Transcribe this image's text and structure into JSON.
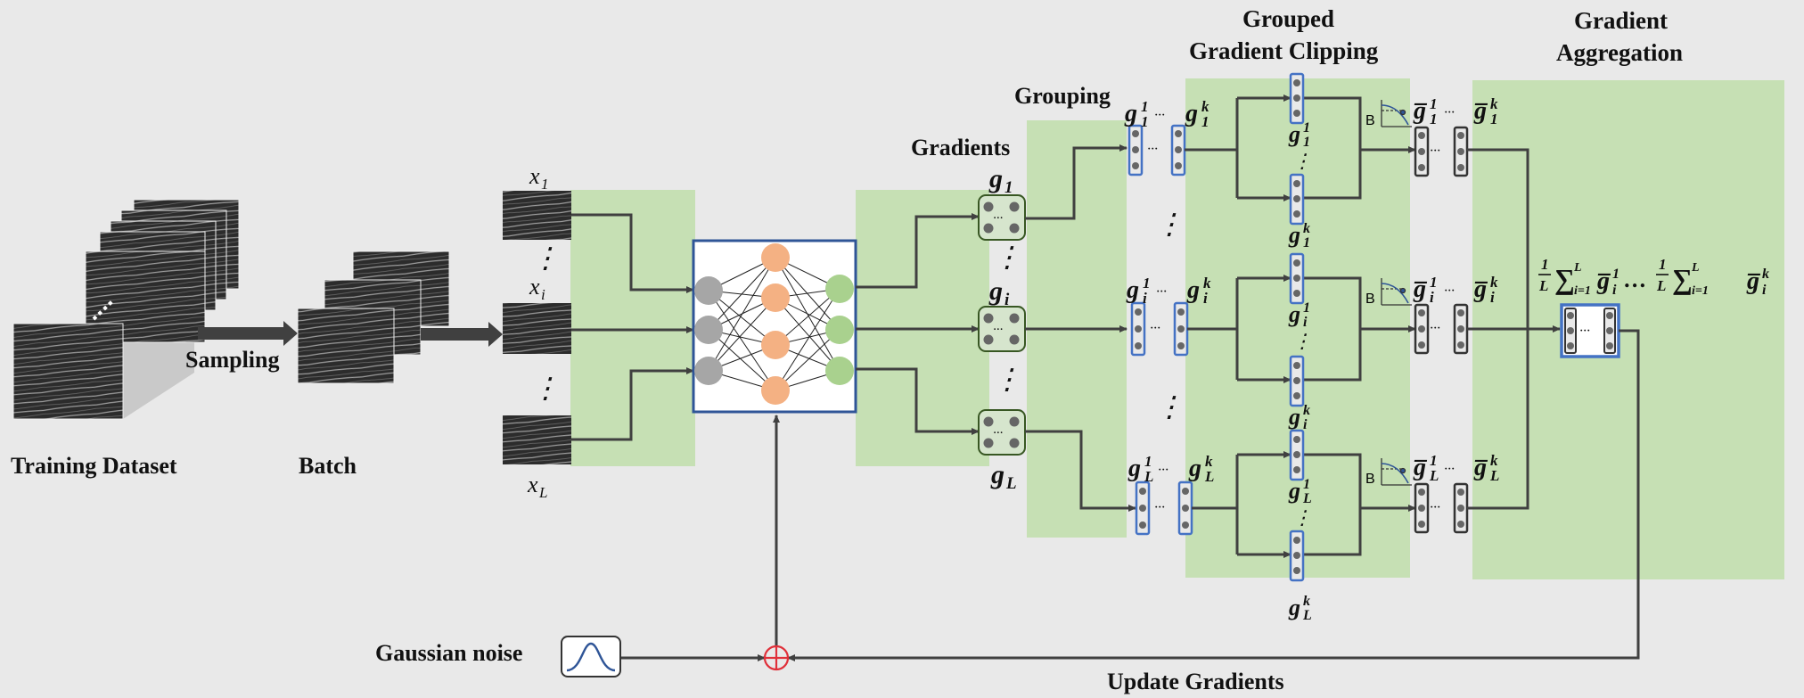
{
  "labels": {
    "training_dataset": "Training Dataset",
    "batch": "Batch",
    "sampling": "Sampling",
    "gradients": "Gradients",
    "grouping": "Grouping",
    "grouped_gradient_clipping": "Grouped Gradient Clipping",
    "grouped_line1": "Grouped",
    "grouped_line2": "Gradient Clipping",
    "gradient_aggregation": "Gradient Aggregation",
    "aggregation_line1": "Gradient",
    "aggregation_line2": "Aggregation",
    "gaussian_noise": "Gaussian noise",
    "update_gradients": "Update Gradients",
    "clip_threshold": "B"
  },
  "inputs": {
    "x_first": "x",
    "x_first_sub": "1",
    "x_mid": "x",
    "x_mid_sub": "i",
    "x_last": "x",
    "x_last_sub": "L",
    "ellipsis": "⋮"
  },
  "gradients": {
    "g_first": "g",
    "g_first_sub": "1",
    "g_mid": "g",
    "g_mid_sub": "i",
    "g_last": "g",
    "g_last_sub": "L",
    "ellipsis": "⋮",
    "h_ellipsis": "···"
  },
  "groups": [
    {
      "sub": "1",
      "g1": "g",
      "sup1": "1",
      "gk": "g",
      "supk": "k",
      "dots": "···"
    },
    {
      "sub": "i",
      "g1": "g",
      "sup1": "1",
      "gk": "g",
      "supk": "k",
      "dots": "···"
    },
    {
      "sub": "L",
      "g1": "g",
      "sup1": "1",
      "gk": "g",
      "supk": "k",
      "dots": "···"
    }
  ],
  "aggregation_formula": {
    "frac_num": "1",
    "frac_den": "L",
    "sum": "∑",
    "sum_sub": "i=1",
    "sum_sup": "L",
    "term": "g̅",
    "term_sub": "i",
    "sup1": "1",
    "supk": "k",
    "dots": "…"
  },
  "colors": {
    "background": "#e9e9e9",
    "green_panel": "#c6e0b4",
    "network_border": "#2f5597",
    "input_neuron": "#a6a6a6",
    "hidden_neuron": "#f4b183",
    "output_neuron": "#a9d18e",
    "arrow": "#404040",
    "noise_symbol": "#e0303a",
    "vector_highlight": "#4472c4"
  }
}
